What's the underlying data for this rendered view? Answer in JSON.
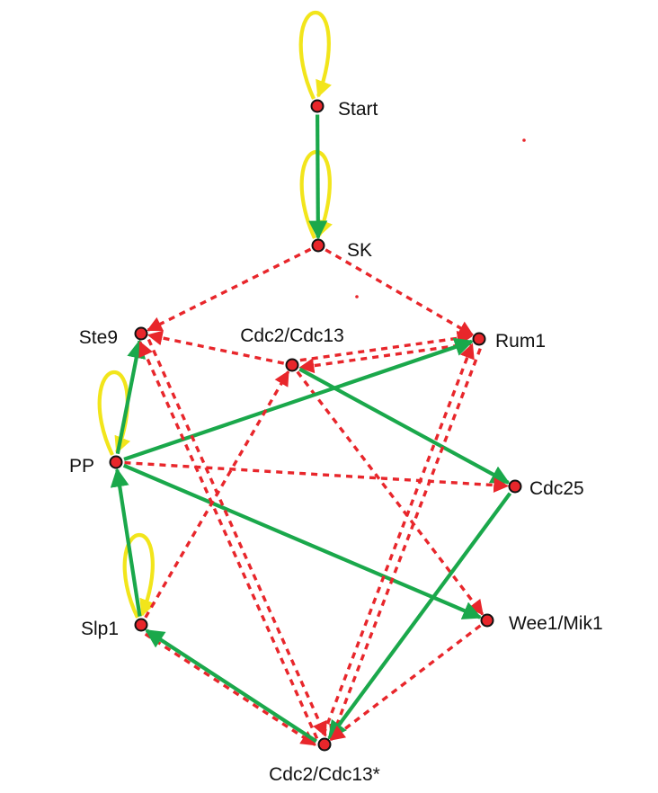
{
  "colors": {
    "node_fill": "#e8262b",
    "node_stroke": "#111111",
    "activation": "#1aa84b",
    "inhibition": "#e8262b",
    "self_loop": "#f2e51b"
  },
  "nodes": [
    {
      "id": "start",
      "label": "Start"
    },
    {
      "id": "sk",
      "label": "SK"
    },
    {
      "id": "ste9",
      "label": "Ste9"
    },
    {
      "id": "cdc2",
      "label": "Cdc2/Cdc13"
    },
    {
      "id": "rum1",
      "label": "Rum1"
    },
    {
      "id": "pp",
      "label": "PP"
    },
    {
      "id": "cdc25",
      "label": "Cdc25"
    },
    {
      "id": "slp1",
      "label": "Slp1"
    },
    {
      "id": "wee1",
      "label": "Wee1/Mik1"
    },
    {
      "id": "cdc2star",
      "label": "Cdc2/Cdc13*"
    }
  ],
  "edges": [
    {
      "from": "start",
      "to": "sk",
      "type": "activation"
    },
    {
      "from": "sk",
      "to": "ste9",
      "type": "inhibition"
    },
    {
      "from": "sk",
      "to": "rum1",
      "type": "inhibition"
    },
    {
      "from": "cdc2",
      "to": "ste9",
      "type": "inhibition"
    },
    {
      "from": "cdc2",
      "to": "rum1",
      "type": "inhibition"
    },
    {
      "from": "rum1",
      "to": "cdc2",
      "type": "inhibition"
    },
    {
      "from": "cdc2",
      "to": "cdc25",
      "type": "activation"
    },
    {
      "from": "cdc2",
      "to": "wee1",
      "type": "inhibition"
    },
    {
      "from": "pp",
      "to": "ste9",
      "type": "activation"
    },
    {
      "from": "pp",
      "to": "rum1",
      "type": "activation"
    },
    {
      "from": "pp",
      "to": "cdc25",
      "type": "inhibition"
    },
    {
      "from": "pp",
      "to": "wee1",
      "type": "activation"
    },
    {
      "from": "slp1",
      "to": "pp",
      "type": "activation"
    },
    {
      "from": "slp1",
      "to": "cdc2",
      "type": "inhibition"
    },
    {
      "from": "slp1",
      "to": "cdc2star",
      "type": "inhibition"
    },
    {
      "from": "cdc2star",
      "to": "slp1",
      "type": "activation"
    },
    {
      "from": "cdc2star",
      "to": "ste9",
      "type": "inhibition"
    },
    {
      "from": "ste9",
      "to": "cdc2star",
      "type": "inhibition"
    },
    {
      "from": "cdc2star",
      "to": "rum1",
      "type": "inhibition"
    },
    {
      "from": "rum1",
      "to": "cdc2star",
      "type": "inhibition"
    },
    {
      "from": "cdc25",
      "to": "cdc2star",
      "type": "activation"
    },
    {
      "from": "wee1",
      "to": "cdc2star",
      "type": "inhibition"
    }
  ],
  "self_loops": [
    "start",
    "sk",
    "pp",
    "slp1"
  ]
}
